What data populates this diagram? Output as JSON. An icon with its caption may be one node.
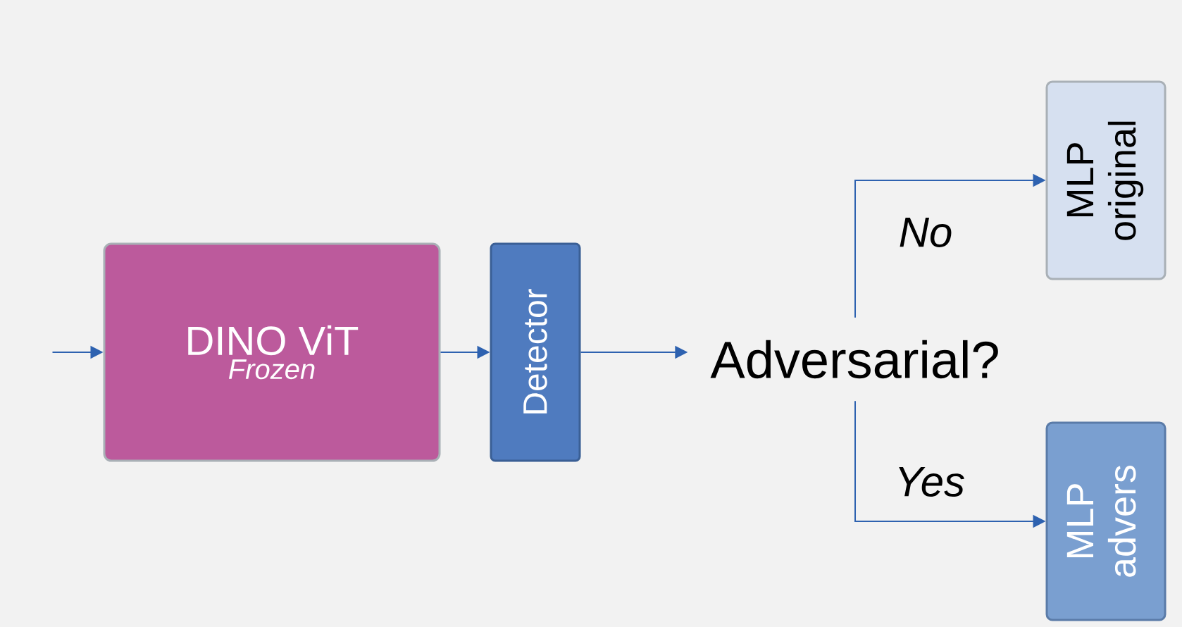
{
  "diagram": {
    "nodes": [
      {
        "text": [
          "DINO ViT",
          "Frozen"
        ]
      },
      {
        "text": [
          "Detector"
        ]
      },
      {
        "text": [
          "Adversarial?"
        ]
      },
      {
        "text": [
          "MLP",
          "original"
        ]
      },
      {
        "text": [
          "MLP",
          "advers"
        ]
      }
    ],
    "edges": [
      {
        "from": null,
        "to": 0,
        "arrow": "to"
      },
      {
        "from": 0,
        "to": 1,
        "arrow": "to"
      },
      {
        "from": 1,
        "to": 2,
        "arrow": "to"
      },
      {
        "from": 2,
        "to": 3,
        "arrow": "to",
        "label": "No"
      },
      {
        "from": 2,
        "to": 4,
        "arrow": "to",
        "label": "Yes"
      }
    ]
  }
}
